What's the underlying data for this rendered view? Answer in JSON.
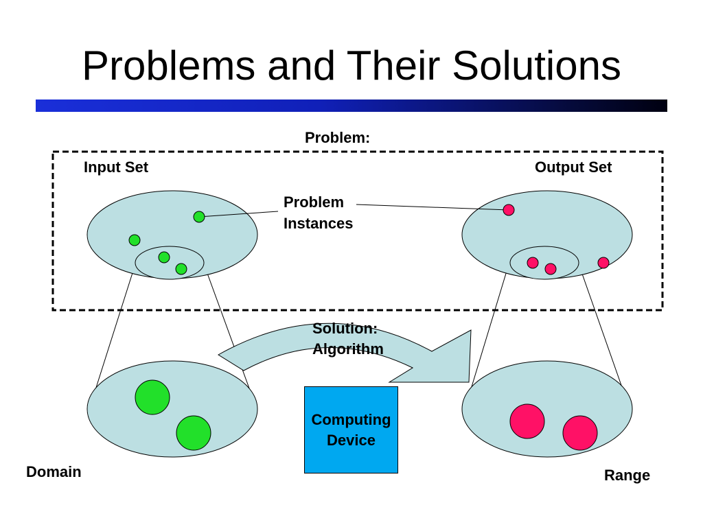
{
  "title": "Problems and Their Solutions",
  "labels": {
    "problem": "Problem:",
    "input_set": "Input Set",
    "output_set": "Output Set",
    "problem_instances_line1": "Problem",
    "problem_instances_line2": "Instances",
    "solution_line1": "Solution:",
    "solution_line2": "Algorithm",
    "computing_device_line1": "Computing",
    "computing_device_line2": "Device",
    "domain": "Domain",
    "range": "Range"
  },
  "colors": {
    "set_fill": "#bcdfe2",
    "input_point": "#22e02a",
    "output_point": "#ff1166",
    "device_fill": "#00a8f0",
    "title_bar_start": "#1a2fd9",
    "title_bar_end": "#000010"
  }
}
